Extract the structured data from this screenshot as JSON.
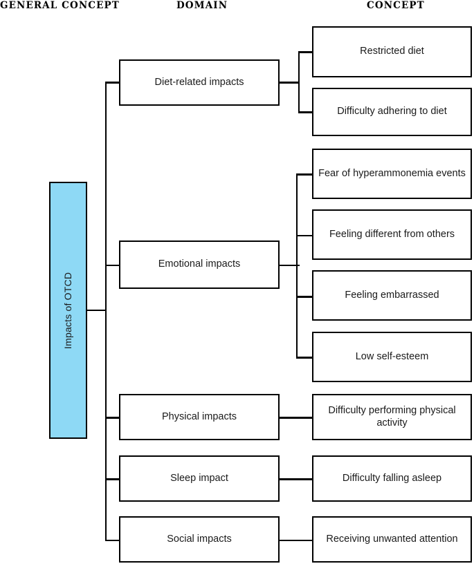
{
  "diagram": {
    "title_headers": {
      "general": "GENERAL CONCEPT",
      "domain": "DOMAIN",
      "concept": "CONCEPT"
    },
    "colors": {
      "general_fill": "#8ed9f5",
      "stroke": "#000000",
      "node_fill": "#ffffff",
      "text": "#1a1a1a"
    },
    "general_concept": {
      "label": "Impacts of OTCD"
    },
    "domains": [
      {
        "label": "Diet-related impacts",
        "concepts": [
          {
            "label": "Restricted diet"
          },
          {
            "label": "Difficulty adhering to diet"
          }
        ]
      },
      {
        "label": "Emotional impacts",
        "concepts": [
          {
            "label": "Fear of hyperammonemia events"
          },
          {
            "label": "Feeling different from others"
          },
          {
            "label": "Feeling embarrassed"
          },
          {
            "label": "Low self-esteem"
          }
        ]
      },
      {
        "label": "Physical impacts",
        "concepts": [
          {
            "label": "Difficulty performing physical activity"
          }
        ]
      },
      {
        "label": "Sleep impact",
        "concepts": [
          {
            "label": "Difficulty falling asleep"
          }
        ]
      },
      {
        "label": "Social impacts",
        "concepts": [
          {
            "label": "Receiving unwanted attention"
          }
        ]
      }
    ]
  }
}
